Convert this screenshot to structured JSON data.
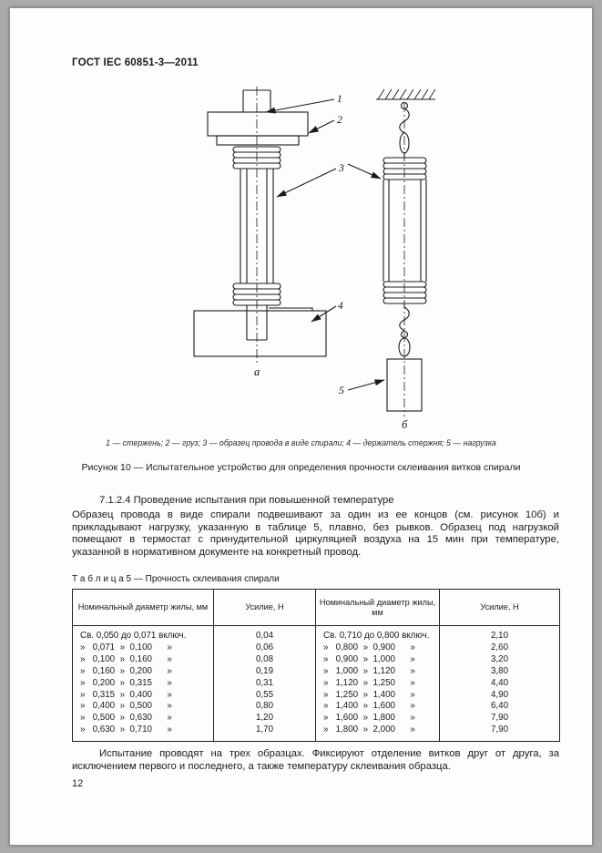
{
  "page": {
    "header": "ГОСТ IEC 60851-3—2011",
    "number": "12"
  },
  "figure": {
    "callouts": [
      "1",
      "2",
      "3",
      "4",
      "5"
    ],
    "sublabels": {
      "a": "а",
      "b": "б"
    },
    "caption": "1 — стержень; 2 — груз; 3 — образец провода в виде спирали; 4 — держатель стержня; 5 — нагрузка",
    "title": "Рисунок 10 — Испытательное устройство для определения прочности склеивания витков спирали"
  },
  "section": {
    "heading": "7.1.2.4 Проведение испытания при повышенной температуре",
    "paragraph": "Образец провода в виде спирали подвешивают за один из ее концов (см. рисунок 10б) и прикладывают нагрузку, указанную в таблице 5, плавно, без рывков. Образец под нагрузкой помещают в термостат с принудительной циркуляцией воздуха на 15 мин при температуре, указанной в нормативном документе на конкретный провод."
  },
  "table": {
    "label": "Т а б л и ц а  5 — Прочность склеивания спирали",
    "headers": [
      "Номинальный диаметр жилы, мм",
      "Усилие, Н",
      "Номинальный диаметр жилы, мм",
      "Усилие, Н"
    ],
    "rows": [
      [
        "Св. 0,050 до 0,071 включ.",
        "0,04",
        "Св. 0,710 до 0,800 включ.",
        "2,10"
      ],
      [
        "»   0,071  »  0,100      »",
        "0,06",
        "»   0,800  »  0,900      »",
        "2,60"
      ],
      [
        "»   0,100  »  0,160      »",
        "0,08",
        "»   0,900  »  1,000      »",
        "3,20"
      ],
      [
        "»   0,160  »  0,200      »",
        "0,19",
        "»   1,000  »  1,120      »",
        "3,80"
      ],
      [
        "»   0,200  »  0,315      »",
        "0,31",
        "»   1,120  »  1,250      »",
        "4,40"
      ],
      [
        "»   0,315  »  0,400      »",
        "0,55",
        "»   1,250  »  1,400      »",
        "4,90"
      ],
      [
        "»   0,400  »  0,500      »",
        "0,80",
        "»   1,400  »  1,600      »",
        "6,40"
      ],
      [
        "»   0,500  »  0,630      »",
        "1,20",
        "»   1,600  »  1,800      »",
        "7,90"
      ],
      [
        "»   0,630  »  0,710      »",
        "1,70",
        "»   1,800  »  2,000      »",
        "7,90"
      ]
    ]
  },
  "closing": "Испытание проводят на трех образцах. Фиксируют отделение витков друг от друга, за исключением первого и последнего, а также температуру склеивания образца."
}
